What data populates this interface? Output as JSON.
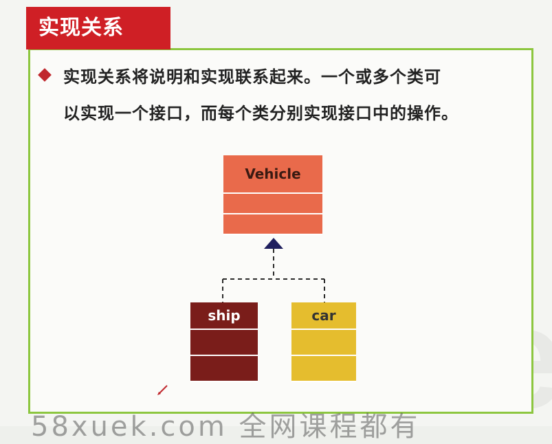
{
  "slide": {
    "title": "实现关系",
    "bullet_line1": "实现关系将说明和实现联系起来。一个或多个类可",
    "bullet_line2": "以实现一个接口，而每个类分别实现接口中的操作。"
  },
  "diagram": {
    "interface_name": "Vehicle",
    "class1_name": "ship",
    "class2_name": "car"
  },
  "watermark": {
    "logo_text": "58xuek",
    "bottom_text": "58xuek.com 全网课程都有"
  },
  "colors": {
    "title_bg": "#cf1f25",
    "frame": "#8cc63f",
    "vehicle": "#e96a4b",
    "ship": "#7a1d1a",
    "car": "#e5bd2e",
    "arrow": "#1f1f5e"
  }
}
